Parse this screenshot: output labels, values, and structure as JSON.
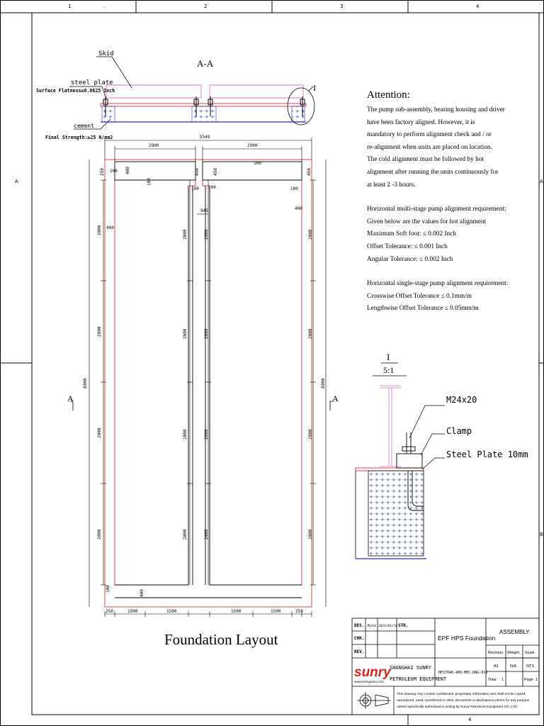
{
  "frame": {
    "column_numbers": [
      "1",
      "2",
      "3",
      "4"
    ],
    "row_letters": [
      "A",
      "B"
    ],
    "top_dot": "."
  },
  "section_view": {
    "title": "A-A",
    "skid_label": "Skid",
    "steel_plate_label": "steel plate",
    "flatness_label": "Surface Flatness≤0.0625 Inch",
    "cement_label": "cement",
    "strength_label": "Final Strength:≥25 N/mm2",
    "detail_marker": "I"
  },
  "plan": {
    "overall_width": "5549",
    "bay_widths": [
      "2900",
      "2900"
    ],
    "top_edge_dims": [
      "100",
      "400",
      "450",
      "450",
      "450"
    ],
    "inner_dims": [
      "100",
      "100",
      "100",
      "100",
      "100",
      "400",
      "945"
    ],
    "left_outer_height": "8900",
    "right_outer_height": "8900",
    "left_heights": [
      "2000",
      "2000",
      "2000",
      "2000"
    ],
    "center_left_heights": [
      "2000",
      "2000",
      "2000",
      "2000"
    ],
    "center_right_heights": [
      "2000",
      "2000",
      "2000",
      "2000"
    ],
    "right_heights": [
      "2000",
      "2000",
      "2000",
      "2000"
    ],
    "bottom_left_dims": [
      "250",
      "1500",
      "1500"
    ],
    "bottom_right_dims": [
      "1500",
      "1500",
      "250"
    ],
    "bottom_small_dims": [
      "100",
      "400"
    ],
    "section_marker_left": "A",
    "section_marker_right": "A",
    "layout_title": "Foundation Layout"
  },
  "attention": {
    "title": "Attention:",
    "paragraph1": [
      "The pump sub-assembly, bearing housing and driver",
      "have been factory aligned. However, it is",
      "mandatory to perform alignment check and / or",
      "re-alignment when units are placed on location.",
      "The cold alignment must be followed by hot",
      "alignment after running the units continuously for",
      "at least 2 -3 hours."
    ],
    "paragraph2": [
      "Horizontal multi-stage pump alignment requirement:",
      "Given below are the values for hot alignment",
      "Maximum Soft foot: ≤ 0.002 Inch",
      "Offset Tolerance: ≤ 0.001 Inch",
      "Angular Tolerance: ≤ 0.002 Inch"
    ],
    "paragraph3": [
      "Horizontal single-stage pump alignment requirement:",
      "Crosswise Offset Tolerance ≤ 0.1mm/m",
      "Lengthwise Offset Tolerance ≤ 0.05mm/m"
    ]
  },
  "detail": {
    "marker": "I",
    "scale": "5:1",
    "bolt_label": "M24x20",
    "clamp_label": "Clamp",
    "plate_label": "Steel Plate 10mm"
  },
  "title_block": {
    "des_label": "DES.",
    "des_name": "Kyle",
    "des_date": "2024/01/16",
    "str_label": "STR.",
    "chk_label": "CHK.",
    "rev_label": "REV.",
    "project": "EPF HPS Foundation",
    "drawing_title": "ASSEMBLY",
    "revision_label": "Revision",
    "weight_label": "Weight",
    "scale_label": "Scale",
    "revision_value": "A1",
    "weight_value": "N/A",
    "scale_value": "NTS",
    "drawing_number": "HPS7048-400-MEC-DWG-014",
    "total_label": "Total",
    "total_value": "1",
    "page_label": "Page",
    "page_value": "1",
    "logo_text": "sunry",
    "website": "www.sunrypetro.com",
    "company_line1": "SHANGHAI  SUNRY",
    "company_line2": "PETROLEUM EQUIPMENT",
    "confidential_text": [
      "This drawing may contain confidential, proprietary information and shall not be copied,",
      "reproduced, used, transferred to other documents or disclosed to others for any purpose",
      "unless specifically authorized in writing by Sunry Petroleum Equipment CO.,LTD."
    ],
    "bottom_column": "4"
  },
  "colors": {
    "outline_red": "#e8414a",
    "plate_pink": "#e58fd6",
    "cement_blue": "#2233cc",
    "logo_red": "#d7231d"
  }
}
